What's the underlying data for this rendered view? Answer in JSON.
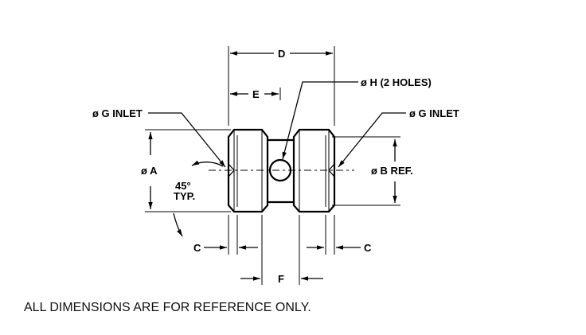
{
  "labels": {
    "d": "D",
    "e": "E",
    "h_holes": "ø H (2 HOLES)",
    "g_inlet_left": "ø G INLET",
    "g_inlet_right": "ø G INLET",
    "a": "ø A",
    "b_ref": "ø B REF.",
    "angle": "45°",
    "typ": "TYP.",
    "c_left": "C",
    "c_right": "C",
    "f": "F"
  },
  "note": "ALL DIMENSIONS ARE FOR REFERENCE ONLY."
}
